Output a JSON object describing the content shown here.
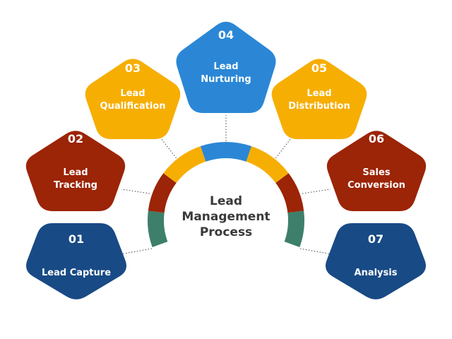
{
  "center": {
    "lines": [
      "Lead",
      "Management",
      "Process"
    ]
  },
  "colors": {
    "blue": "#2b87d6",
    "yellow": "#f7ae03",
    "red": "#9c2407",
    "navy": "#184a85",
    "teal": "#3d7f6a"
  },
  "steps": [
    {
      "number": "01",
      "lines": [
        "Lead Capture"
      ],
      "color": "#184a85",
      "icon": "pentagon-down-shape"
    },
    {
      "number": "02",
      "lines": [
        "Lead",
        "Tracking"
      ],
      "color": "#9c2407",
      "icon": "pentagon-shape"
    },
    {
      "number": "03",
      "lines": [
        "Lead",
        "Qualification"
      ],
      "color": "#f7ae03",
      "icon": "pentagon-shape"
    },
    {
      "number": "04",
      "lines": [
        "Lead",
        "Nurturing"
      ],
      "color": "#2b87d6",
      "icon": "pentagon-shape"
    },
    {
      "number": "05",
      "lines": [
        "Lead",
        "Distribution"
      ],
      "color": "#f7ae03",
      "icon": "pentagon-shape"
    },
    {
      "number": "06",
      "lines": [
        "Sales",
        "Conversion"
      ],
      "color": "#9c2407",
      "icon": "pentagon-shape"
    },
    {
      "number": "07",
      "lines": [
        "Analysis"
      ],
      "color": "#184a85",
      "icon": "pentagon-down-shape"
    }
  ],
  "ring": {
    "segments": [
      {
        "name": "teal-left",
        "color": "#3d7f6a"
      },
      {
        "name": "red-left",
        "color": "#9c2407"
      },
      {
        "name": "yellow-left",
        "color": "#f7ae03"
      },
      {
        "name": "blue-top",
        "color": "#2b87d6"
      },
      {
        "name": "yellow-right",
        "color": "#f7ae03"
      },
      {
        "name": "red-right",
        "color": "#9c2407"
      },
      {
        "name": "teal-right",
        "color": "#3d7f6a"
      }
    ]
  }
}
